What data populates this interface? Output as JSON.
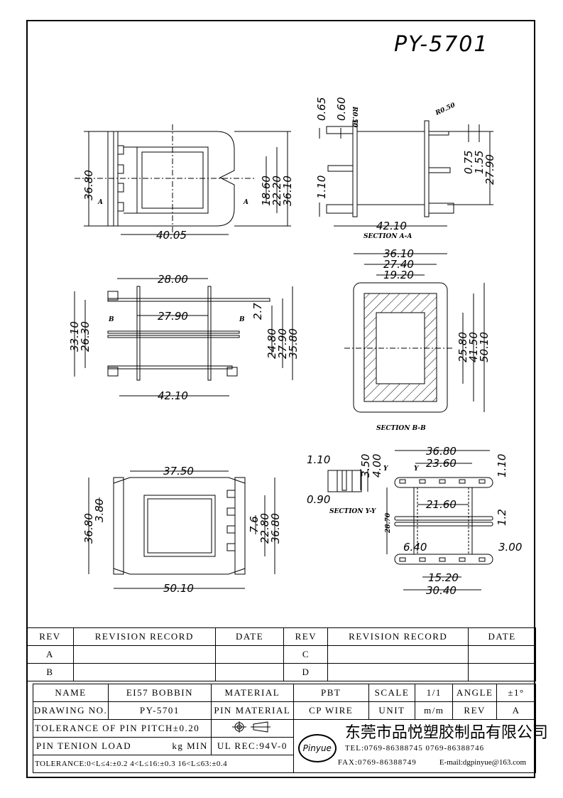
{
  "drawing_title": "PY-5701",
  "views": {
    "front": {
      "dims": [
        "36.80",
        "40.05",
        "18.60",
        "22.20",
        "36.10"
      ],
      "section_mark": "A"
    },
    "section_aa": {
      "dims": [
        "0.65",
        "0.60",
        "R0.50",
        "R0.50",
        "1.10",
        "0.75",
        "1.55",
        "27.90",
        "42.10"
      ],
      "caption": "SECTION A-A"
    },
    "side": {
      "dims": [
        "28.00",
        "27.90",
        "42.10",
        "33.10",
        "26.30",
        "2.7",
        "24.80",
        "27.90",
        "35.80"
      ],
      "section_mark": "B"
    },
    "section_bb": {
      "dims": [
        "36.10",
        "27.40",
        "19.20",
        "25.80",
        "41.50",
        "50.10"
      ],
      "caption": "SECTION B-B"
    },
    "bottom": {
      "dims": [
        "37.50",
        "50.10",
        "36.80",
        "3.80",
        "7.6",
        "22.80",
        "36.80"
      ]
    },
    "section_yy": {
      "dims": [
        "1.10",
        "3.50",
        "4.00",
        "0.90"
      ],
      "caption": "SECTION Y-Y",
      "mark": "Y"
    },
    "pin_view": {
      "dims": [
        "36.80",
        "23.60",
        "1.10",
        "21.60",
        "1.2",
        "28.70",
        "6.40",
        "3.00",
        "15.20",
        "30.40"
      ]
    }
  },
  "revision_table": {
    "headers": [
      "REV",
      "REVISION RECORD",
      "DATE",
      "REV",
      "REVISION RECORD",
      "DATE"
    ],
    "rows": [
      [
        "A",
        "",
        "",
        "C",
        "",
        ""
      ],
      [
        "B",
        "",
        "",
        "D",
        "",
        ""
      ]
    ]
  },
  "title_block": {
    "name_label": "NAME",
    "name_value": "EI57 BOBBIN",
    "material_label": "MATERIAL",
    "material_value": "PBT",
    "scale_label": "SCALE",
    "scale_value": "1/1",
    "angle_label": "ANGLE",
    "angle_value": "±1°",
    "drawing_no_label": "DRAWING NO.",
    "drawing_no_value": "PY-5701",
    "pin_material_label": "PIN MATERIAL",
    "pin_material_value": "CP WIRE",
    "unit_label": "UNIT",
    "unit_value": "m/m",
    "rev_label": "REV",
    "rev_value": "A",
    "pin_pitch_tolerance": "TOLERANCE OF PIN PITCH±0.20",
    "pin_tension_label": "PIN TENION LOAD",
    "pin_tension_unit": "kg MIN",
    "ul_rec": "UL REC:94V-0",
    "tolerance": "TOLERANCE:0<L≤4:±0.2  4<L≤16:±0.3  16<L≤63:±0.4",
    "logo_text": "Pinyue",
    "company_name": "东莞市品悦塑胶制品有限公司",
    "tel": "TEL:0769-86388745    0769-86388746",
    "fax": "FAX:0769-86388749",
    "email": "E-mail:dgpinyue@163.com"
  }
}
